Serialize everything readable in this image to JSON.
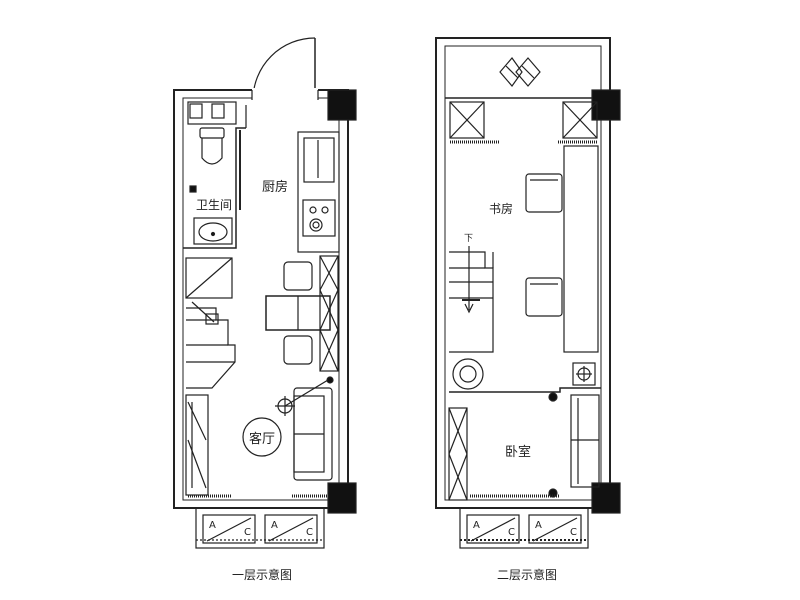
{
  "floor1": {
    "caption": "一层示意图",
    "rooms": {
      "kitchen": "厨房",
      "bathroom": "卫生间",
      "living": "客厅"
    },
    "ac_units": [
      {
        "a": "A",
        "c": "C"
      },
      {
        "a": "A",
        "c": "C"
      }
    ]
  },
  "floor2": {
    "caption": "二层示意图",
    "rooms": {
      "study": "书房",
      "bedroom": "卧室"
    },
    "stair_mark": "下",
    "ac_units": [
      {
        "a": "A",
        "c": "C"
      },
      {
        "a": "A",
        "c": "C"
      }
    ]
  }
}
